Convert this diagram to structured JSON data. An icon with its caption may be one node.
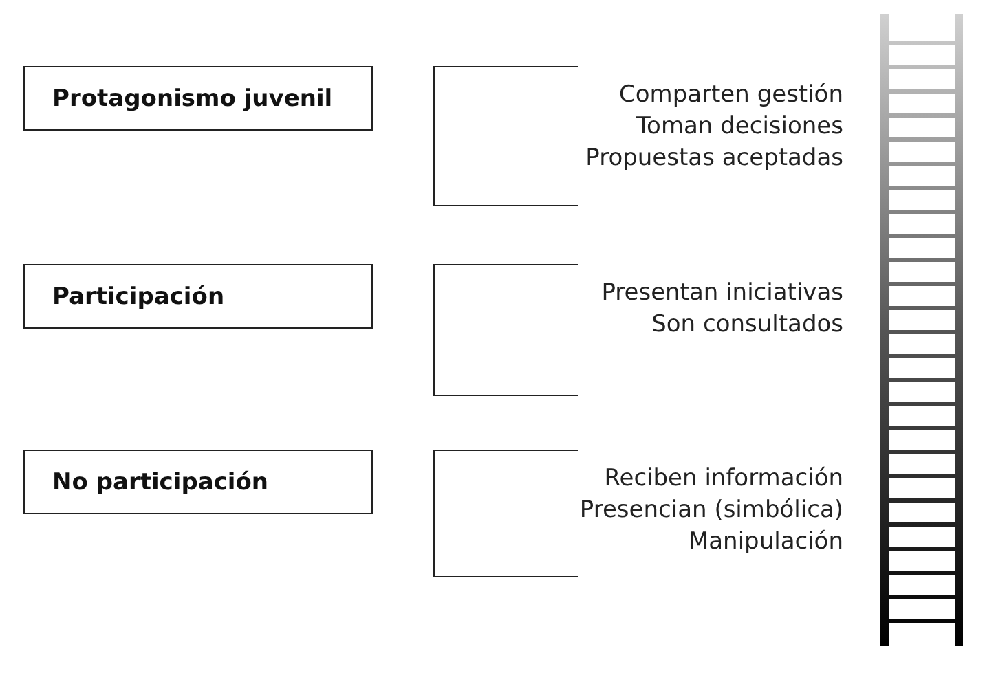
{
  "diagram": {
    "nodes": [
      {
        "text": [
          "Protagonismo juvenil"
        ]
      },
      {
        "text": [
          "Comparten gestión",
          "Toman decisiones",
          "Propuestas aceptadas"
        ]
      },
      {
        "text": [
          "Participación"
        ]
      },
      {
        "text": [
          "Presentan iniciativas",
          "Son consultados"
        ]
      },
      {
        "text": [
          "No participación"
        ]
      },
      {
        "text": [
          "Reciben información",
          "Presencian (simbólica)",
          "Manipulación"
        ]
      }
    ]
  }
}
